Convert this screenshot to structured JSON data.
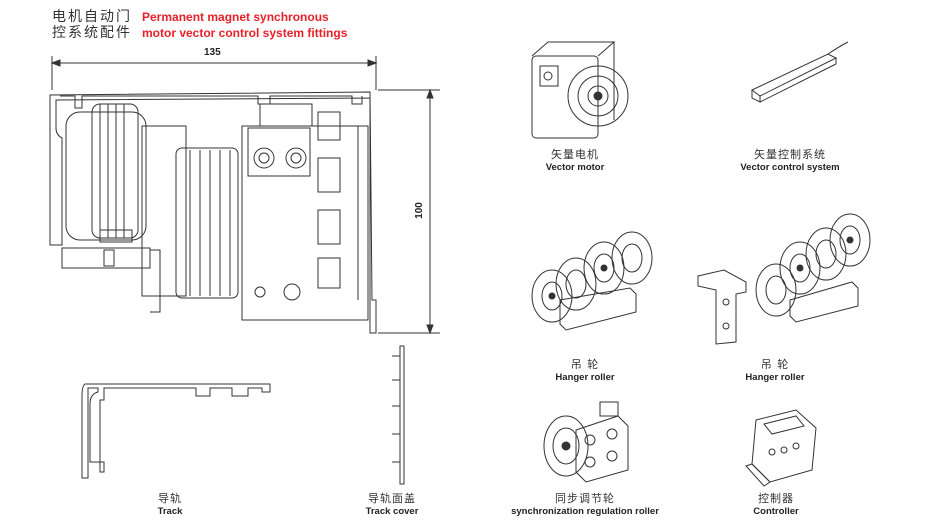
{
  "header": {
    "cn_line1": "电机自动门",
    "cn_line2": "控系统配件",
    "en_line1": "Permanent magnet synchronous",
    "en_line2": "motor vector control system fittings"
  },
  "dimensions": {
    "width": "135",
    "height": "100"
  },
  "parts": [
    {
      "cn": "矢量电机",
      "en": "Vector motor",
      "icon": "vector-motor-icon"
    },
    {
      "cn": "矢量控制系统",
      "en": "Vector control system",
      "icon": "vector-control-system-icon"
    },
    {
      "cn": "吊  轮",
      "en": "Hanger roller",
      "icon": "hanger-roller-icon"
    },
    {
      "cn": "吊  轮",
      "en": "Hanger roller",
      "icon": "hanger-roller-bracket-icon"
    },
    {
      "cn": "导轨",
      "en": "Track",
      "icon": "track-profile-icon"
    },
    {
      "cn": "导轨面盖",
      "en": "Track cover",
      "icon": "track-cover-icon"
    },
    {
      "cn": "同步调节轮",
      "en": "synchronization regulation roller",
      "icon": "sync-roller-icon"
    },
    {
      "cn": "控制器",
      "en": "Controller",
      "icon": "controller-icon"
    }
  ],
  "colors": {
    "accent_red": "#e8202a",
    "line": "#333333"
  }
}
